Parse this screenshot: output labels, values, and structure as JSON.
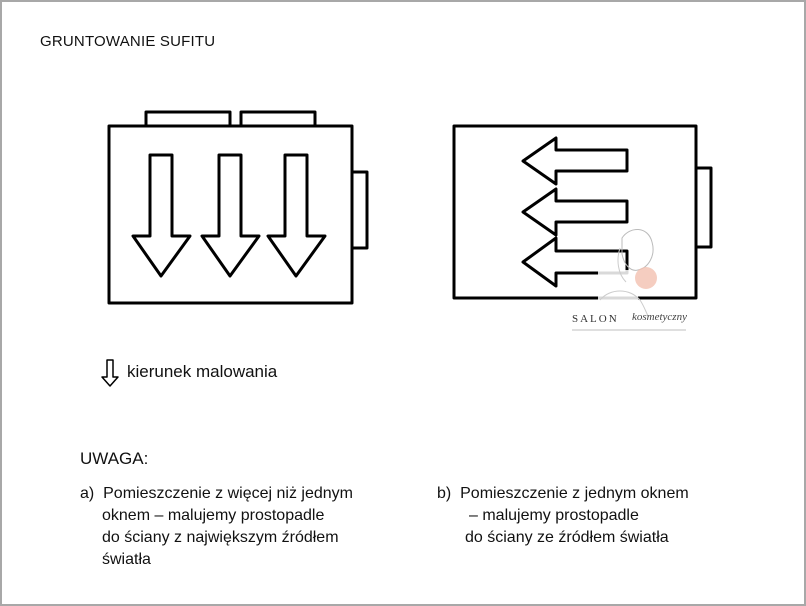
{
  "title": "GRUNTOWANIE SUFITU",
  "legend": {
    "label": "kierunek malowania",
    "icon": "down-arrow-outline-icon"
  },
  "note": {
    "heading": "UWAGA:",
    "a": {
      "marker": "a)",
      "lines": [
        "Pomieszczenie z więcej niż jednym",
        "oknem – malujemy prostopadle",
        "do ściany z największym źródłem",
        "światła"
      ]
    },
    "b": {
      "marker": "b)",
      "lines": [
        "Pomieszczenie z jednym oknem",
        "– malujemy prostopadle",
        "do ściany ze źródłem światła"
      ]
    }
  },
  "watermark": {
    "text": "SALON",
    "script": "kosmetyczny"
  },
  "colors": {
    "stroke": "#000000",
    "border": "#a8a8a8",
    "watermark_accent": "#f2c0b0"
  }
}
